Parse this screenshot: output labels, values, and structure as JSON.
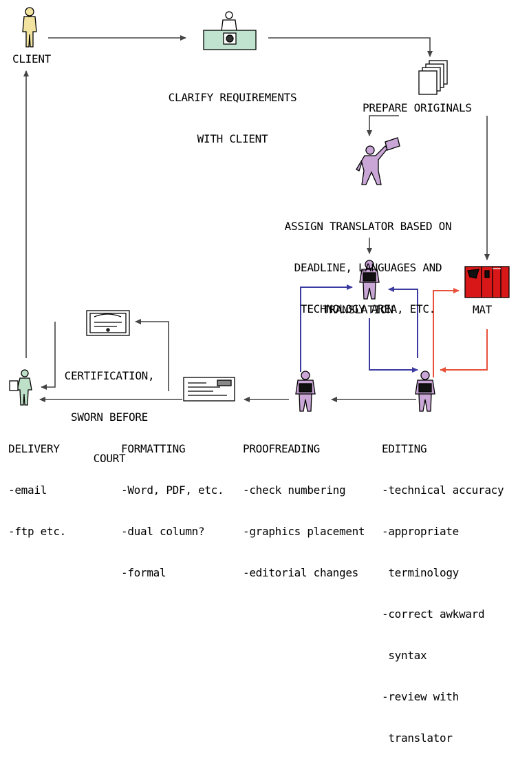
{
  "nodes": {
    "client": {
      "label": "CLIENT"
    },
    "clarify": {
      "lines": [
        "CLARIFY REQUIREMENTS",
        "WITH CLIENT"
      ]
    },
    "prepare": {
      "label": "PREPARE ORIGINALS"
    },
    "assign": {
      "lines": [
        "ASSIGN TRANSLATOR BASED ON",
        "DEADLINE, LANGUAGES AND",
        "TECHNOLOGY AREA, ETC."
      ]
    },
    "translation": {
      "label": "TRANSLATION"
    },
    "mat": {
      "label": "MAT"
    },
    "certification": {
      "lines": [
        "CERTIFICATION,",
        "SWORN BEFORE",
        "COURT"
      ]
    },
    "delivery": {
      "label": "DELIVERY",
      "details": [
        "-email",
        "-ftp etc."
      ]
    },
    "formatting": {
      "label": "FORMATTING",
      "details": [
        "-Word, PDF, etc.",
        "-dual column?",
        "-formal"
      ]
    },
    "proofreading": {
      "label": "PROOFREADING",
      "details": [
        "-check numbering",
        "-graphics placement",
        "-editorial changes"
      ]
    },
    "editing": {
      "label": "EDITING",
      "details": [
        "-technical accuracy",
        "-appropriate",
        " terminology",
        "-correct awkward",
        " syntax",
        "-review with",
        " translator"
      ]
    }
  },
  "colors": {
    "line": "#444444",
    "blue_loop": "#3a3aa0",
    "red_loop": "#e8503a",
    "figure": "#c9a6d6",
    "client_figure": "#f2e3a0",
    "delivery_figure": "#bfe0c8",
    "desk": "#bfe3cf",
    "mat_red": "#d81818"
  },
  "icons": [
    "client-figure-icon",
    "desk-person-icon",
    "document-stack-icon",
    "manager-figure-icon",
    "translator-figure-icon",
    "mat-machine-icon",
    "certificate-icon",
    "check-document-icon",
    "delivery-figure-icon",
    "proofreader-figure-icon",
    "editor-figure-icon"
  ]
}
